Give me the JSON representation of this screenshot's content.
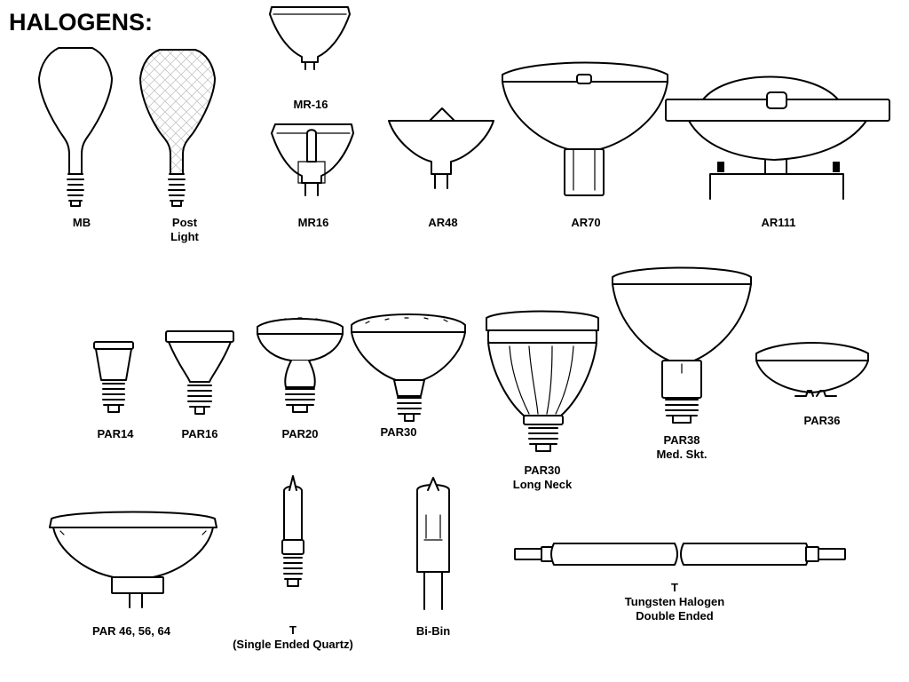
{
  "title": "HALOGENS:",
  "lamps": [
    {
      "id": "mb",
      "lines": [
        "MB"
      ]
    },
    {
      "id": "post-light",
      "lines": [
        "Post",
        "Light"
      ]
    },
    {
      "id": "mr-16-top",
      "lines": [
        "MR-16"
      ]
    },
    {
      "id": "mr16",
      "lines": [
        "MR16"
      ]
    },
    {
      "id": "ar48",
      "lines": [
        "AR48"
      ]
    },
    {
      "id": "ar70",
      "lines": [
        "AR70"
      ]
    },
    {
      "id": "ar111",
      "lines": [
        "AR111"
      ]
    },
    {
      "id": "par14",
      "lines": [
        "PAR14"
      ]
    },
    {
      "id": "par16",
      "lines": [
        "PAR16"
      ]
    },
    {
      "id": "par20",
      "lines": [
        "PAR20"
      ]
    },
    {
      "id": "par30",
      "lines": [
        "PAR30"
      ]
    },
    {
      "id": "par30-long-neck",
      "lines": [
        "PAR30",
        "Long Neck"
      ]
    },
    {
      "id": "par38",
      "lines": [
        "PAR38",
        "Med. Skt."
      ]
    },
    {
      "id": "par36",
      "lines": [
        "PAR36"
      ]
    },
    {
      "id": "par46-56-64",
      "lines": [
        "PAR 46, 56, 64"
      ]
    },
    {
      "id": "t-single-ended",
      "lines": [
        "T",
        "(Single Ended Quartz)"
      ]
    },
    {
      "id": "bi-bin",
      "lines": [
        "Bi-Bin"
      ]
    },
    {
      "id": "t-double-ended",
      "lines": [
        "T",
        "Tungsten Halogen",
        "Double Ended"
      ]
    }
  ]
}
